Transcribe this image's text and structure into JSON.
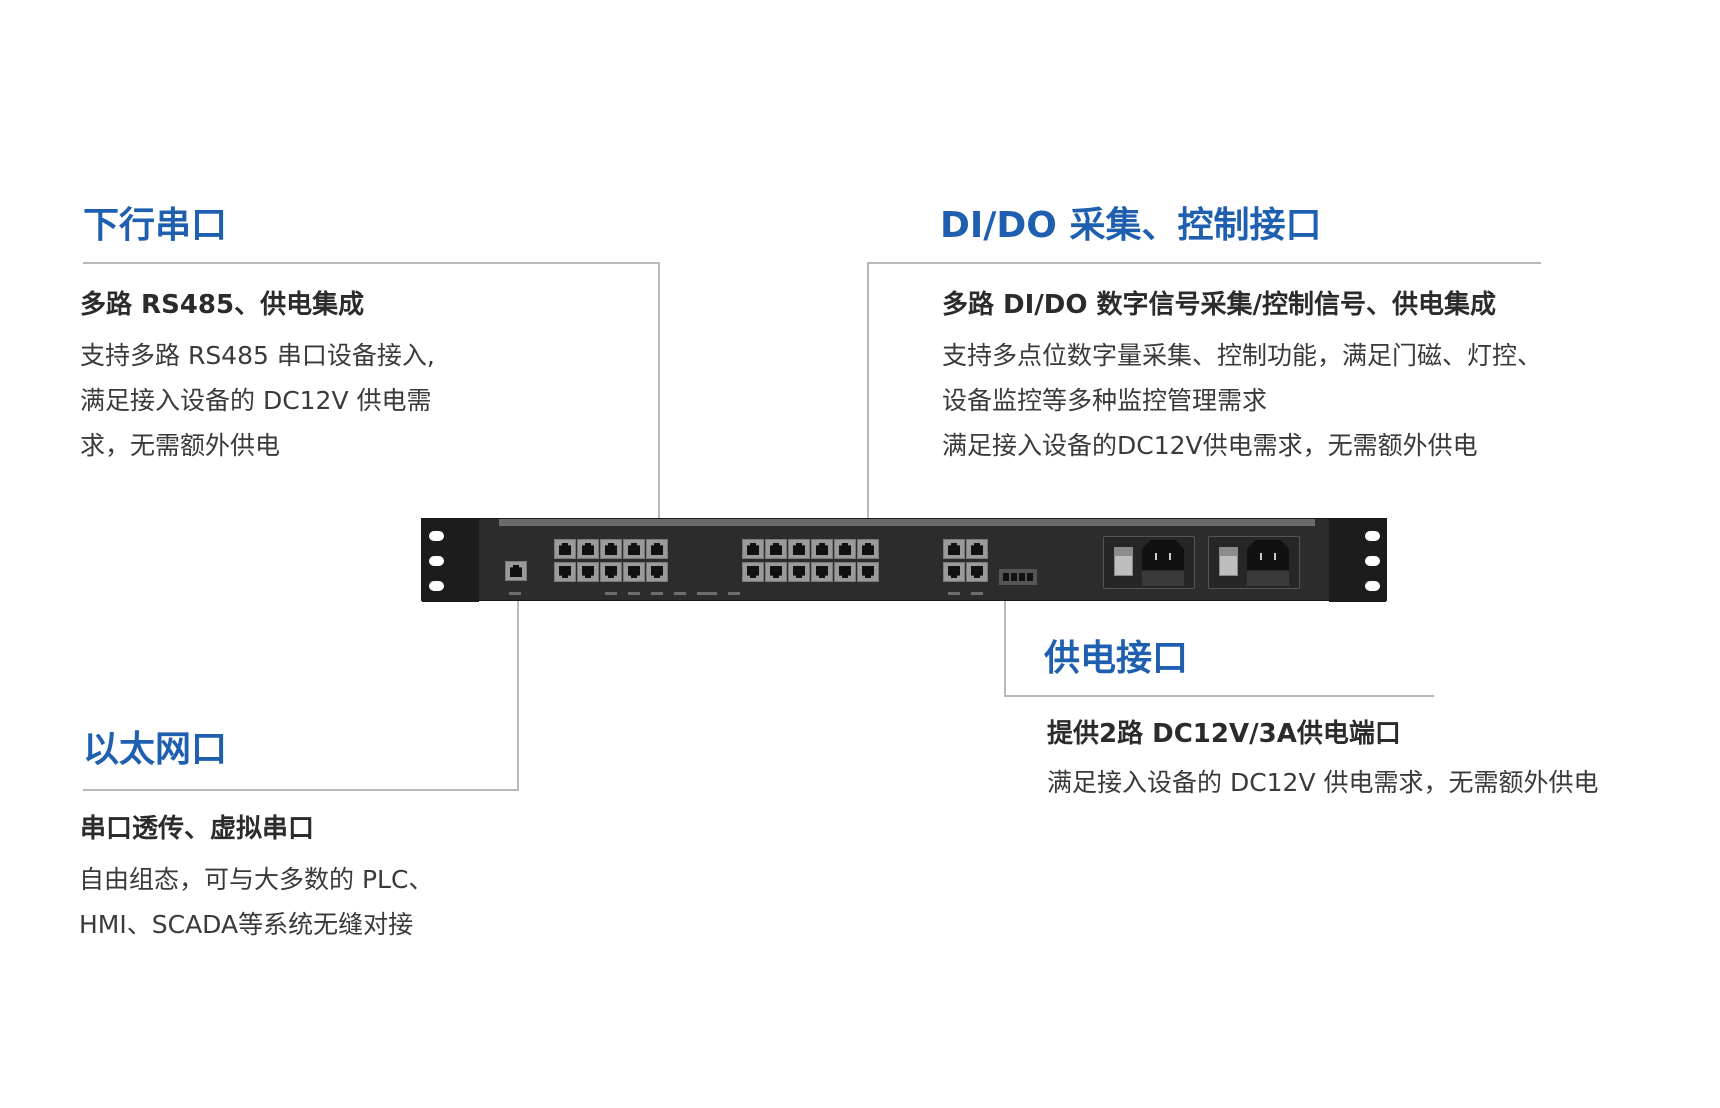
{
  "colors": {
    "accent": "#1f5fb0",
    "text": "#333333",
    "line": "#b9b9b9"
  },
  "serial": {
    "title": "下行串口",
    "subtitle": "多路 RS485、供电集成",
    "lines": [
      "支持多路 RS485 串口设备接入,",
      "满足接入设备的 DC12V 供电需",
      "求，无需额外供电"
    ]
  },
  "dido": {
    "title": "DI/DO 采集、控制接口",
    "subtitle": "多路 DI/DO 数字信号采集/控制信号、供电集成",
    "lines": [
      "支持多点位数字量采集、控制功能，满足门磁、灯控、",
      "设备监控等多种监控管理需求",
      "满足接入设备的DC12V供电需求，无需额外供电"
    ]
  },
  "ethernet": {
    "title": "以太网口",
    "subtitle": "串口透传、虚拟串口",
    "lines": [
      "自由组态，可与大多数的 PLC、",
      "HMI、SCADA等系统无缝对接"
    ]
  },
  "power": {
    "title": "供电接口",
    "subtitle": "提供2路 DC12V/3A供电端口",
    "lines": [
      "满足接入设备的 DC12V 供电需求，无需额外供电"
    ]
  },
  "device": {
    "port_groups": [
      5,
      6,
      2
    ],
    "power_outlets": 2
  }
}
